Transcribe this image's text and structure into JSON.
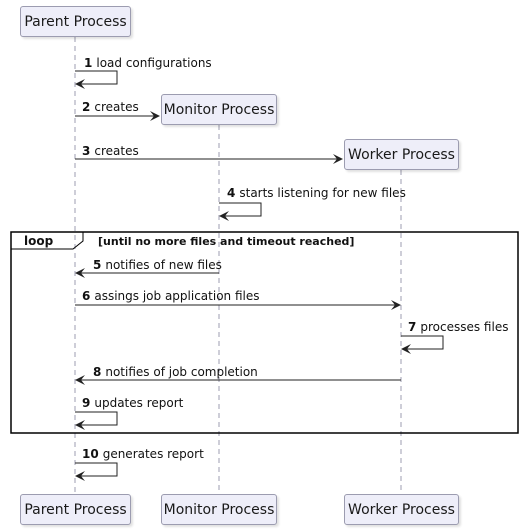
{
  "participants": {
    "parent": "Parent Process",
    "monitor": "Monitor Process",
    "worker": "Worker Process"
  },
  "loop": {
    "keyword": "loop",
    "condition": "[until no more files and timeout reached]"
  },
  "messages": [
    {
      "num": "1",
      "text": "load configurations",
      "from": "parent",
      "to": "parent"
    },
    {
      "num": "2",
      "text": "creates",
      "from": "parent",
      "to": "monitor"
    },
    {
      "num": "3",
      "text": "creates",
      "from": "parent",
      "to": "worker"
    },
    {
      "num": "4",
      "text": "starts listening for new files",
      "from": "monitor",
      "to": "monitor"
    },
    {
      "num": "5",
      "text": "notifies of new files",
      "from": "monitor",
      "to": "parent"
    },
    {
      "num": "6",
      "text": "assings job application files",
      "from": "parent",
      "to": "worker"
    },
    {
      "num": "7",
      "text": "processes files",
      "from": "worker",
      "to": "worker"
    },
    {
      "num": "8",
      "text": "notifies of job completion",
      "from": "worker",
      "to": "parent"
    },
    {
      "num": "9",
      "text": "updates report",
      "from": "parent",
      "to": "parent"
    },
    {
      "num": "10",
      "text": "generates report",
      "from": "parent",
      "to": "parent"
    }
  ],
  "colors": {
    "participant_fill": "#eeeef9",
    "participant_border": "#9c9cb0",
    "lifeline": "#9c9cb0",
    "arrow": "#222222"
  }
}
